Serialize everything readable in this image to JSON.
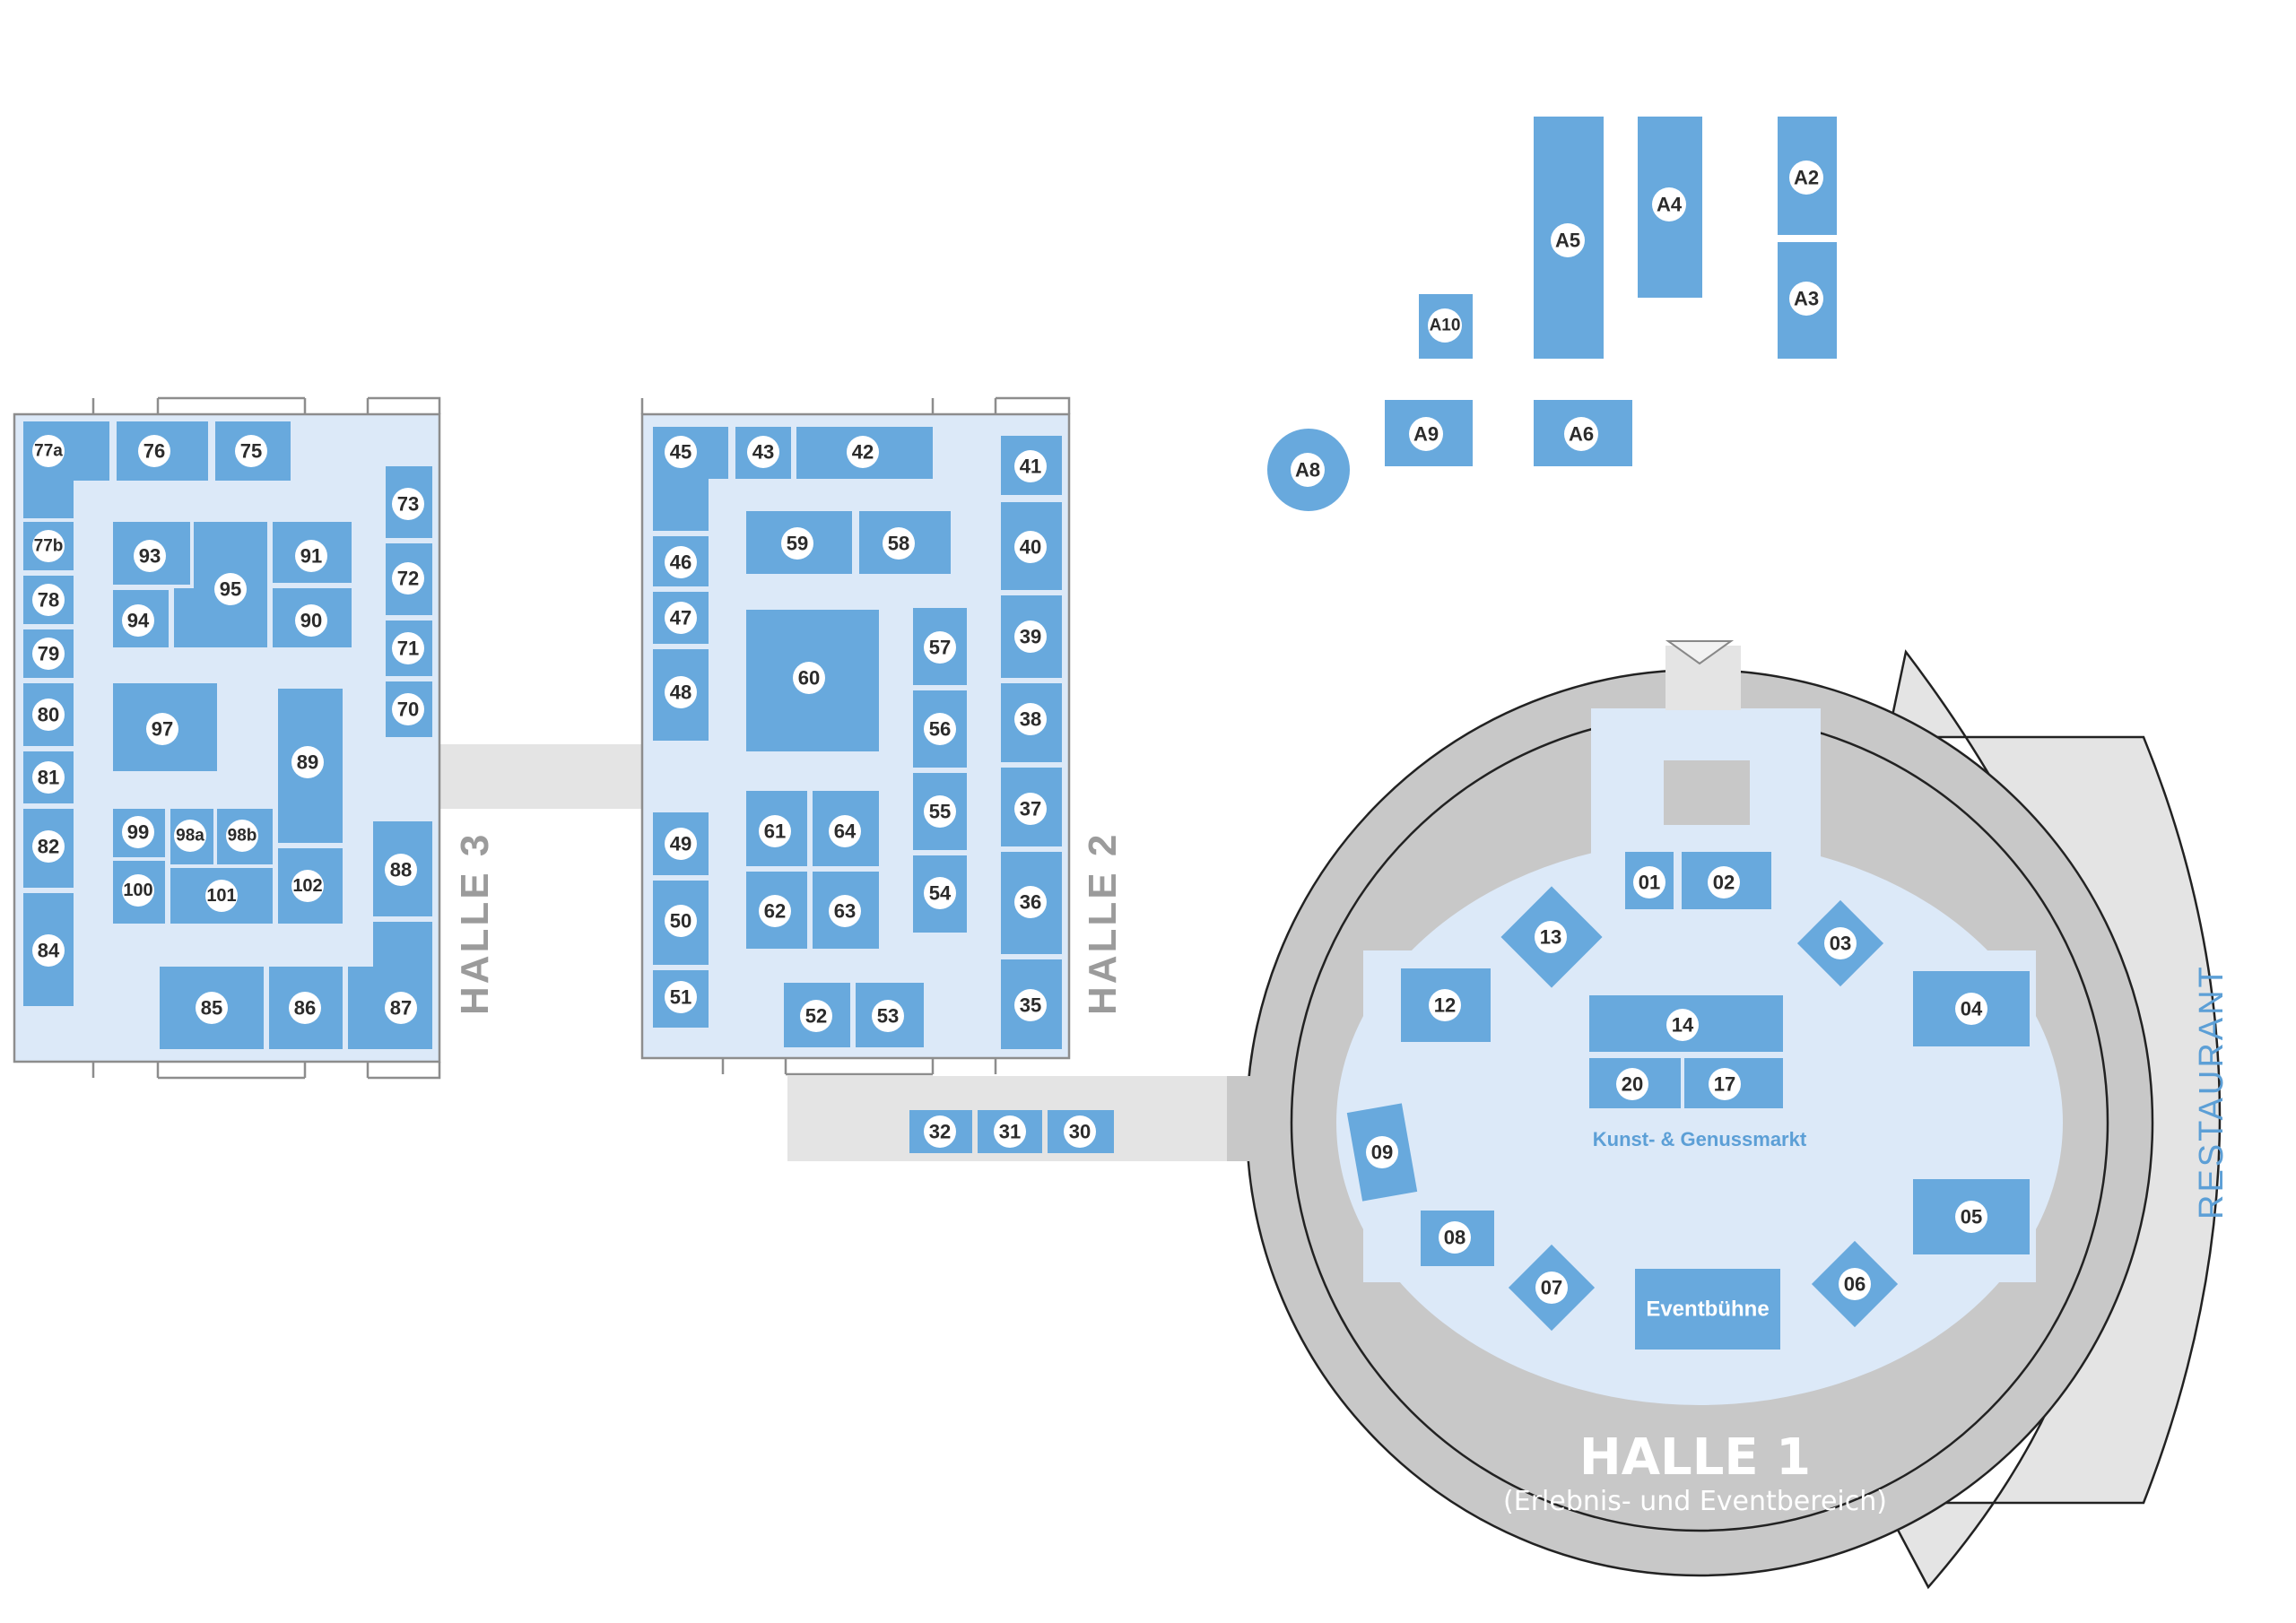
{
  "halls": {
    "halle3": "HALLE 3",
    "halle2": "HALLE 2",
    "halle1": "HALLE 1",
    "halle1_sub": "(Erlebnis- und Eventbereich)",
    "restaurant": "RESTAURANT",
    "market": "Kunst- & Genussmarkt",
    "stage": "Eventbühne"
  },
  "booths": {
    "b77a": "77a",
    "b76": "76",
    "b75": "75",
    "b73": "73",
    "b72": "72",
    "b71": "71",
    "b70": "70",
    "b77b": "77b",
    "b78": "78",
    "b79": "79",
    "b80": "80",
    "b81": "81",
    "b82": "82",
    "b84": "84",
    "b93": "93",
    "b95": "95",
    "b91": "91",
    "b94": "94",
    "b90": "90",
    "b97": "97",
    "b89": "89",
    "b99": "99",
    "b98a": "98a",
    "b98b": "98b",
    "b100": "100",
    "b101": "101",
    "b102": "102",
    "b88": "88",
    "b85": "85",
    "b86": "86",
    "b87": "87",
    "b45": "45",
    "b43": "43",
    "b42": "42",
    "b41": "41",
    "b40": "40",
    "b39": "39",
    "b38": "38",
    "b37": "37",
    "b36": "36",
    "b35": "35",
    "b46": "46",
    "b47": "47",
    "b48": "48",
    "b49": "49",
    "b50": "50",
    "b51": "51",
    "b59": "59",
    "b58": "58",
    "b60": "60",
    "b57": "57",
    "b56": "56",
    "b55": "55",
    "b54": "54",
    "b61": "61",
    "b64": "64",
    "b62": "62",
    "b63": "63",
    "b52": "52",
    "b53": "53",
    "b32": "32",
    "b31": "31",
    "b30": "30",
    "bA2": "A2",
    "bA3": "A3",
    "bA4": "A4",
    "bA5": "A5",
    "bA6": "A6",
    "bA8": "A8",
    "bA9": "A9",
    "bA10": "A10",
    "b01": "01",
    "b02": "02",
    "b03": "03",
    "b04": "04",
    "b05": "05",
    "b06": "06",
    "b07": "07",
    "b08": "08",
    "b09": "09",
    "b12": "12",
    "b13": "13",
    "b14": "14",
    "b17": "17",
    "b20": "20"
  },
  "colors": {
    "booth": "#68a9dd",
    "hall_floor": "#dce9f8",
    "corridor": "#e4e4e4",
    "ring": "#c8c8c8",
    "label_grey": "#9b9b9b"
  }
}
